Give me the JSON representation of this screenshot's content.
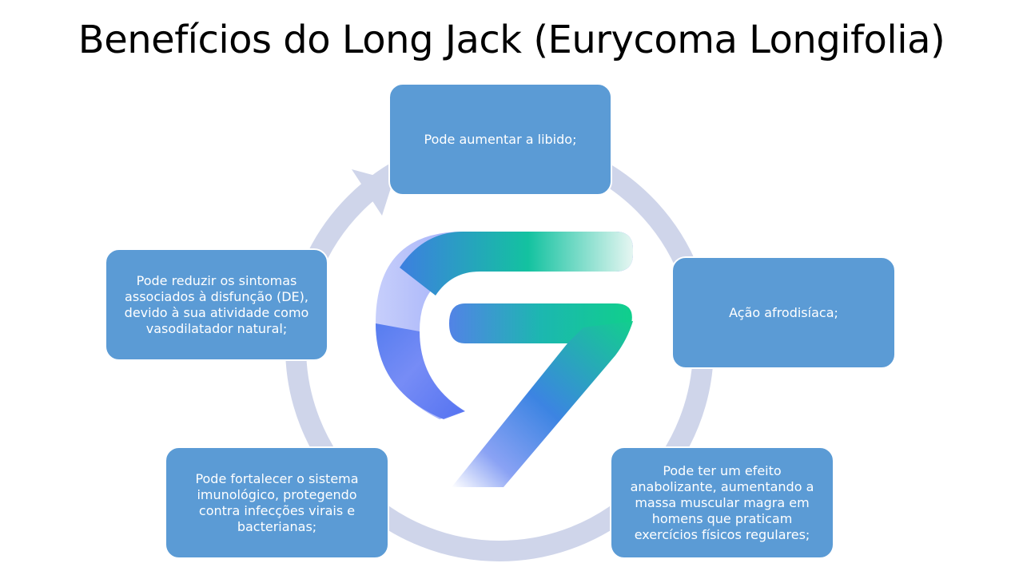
{
  "slide": {
    "title": "Benefícios do Long Jack (Eurycoma Longifolia)"
  },
  "cycle": {
    "nodes": [
      {
        "id": "top",
        "text": "Pode aumentar a libido;"
      },
      {
        "id": "right",
        "text": "Ação afrodisíaca;"
      },
      {
        "id": "bottom-right",
        "text": "Pode ter um efeito anabolizante, aumentando a massa muscular magra em homens que praticam exercícios físicos regulares;"
      },
      {
        "id": "bottom-left",
        "text": "Pode fortalecer o sistema imunológico, protegendo contra infecções virais e bacterianas;"
      },
      {
        "id": "left",
        "text": "Pode reduzir os sintomas associados à disfunção (DE), devido à sua atividade como vasodilatador natural;"
      }
    ],
    "colors": {
      "box_fill": "#5b9bd5",
      "ring": "#cfd5ea",
      "box_text": "#ffffff"
    }
  },
  "logo": {
    "icon": "stylized-g7-logo-icon",
    "gradient_colors": [
      "#4a6cf0",
      "#1fbfa0",
      "#12d18e",
      "#a9b6f9"
    ]
  }
}
